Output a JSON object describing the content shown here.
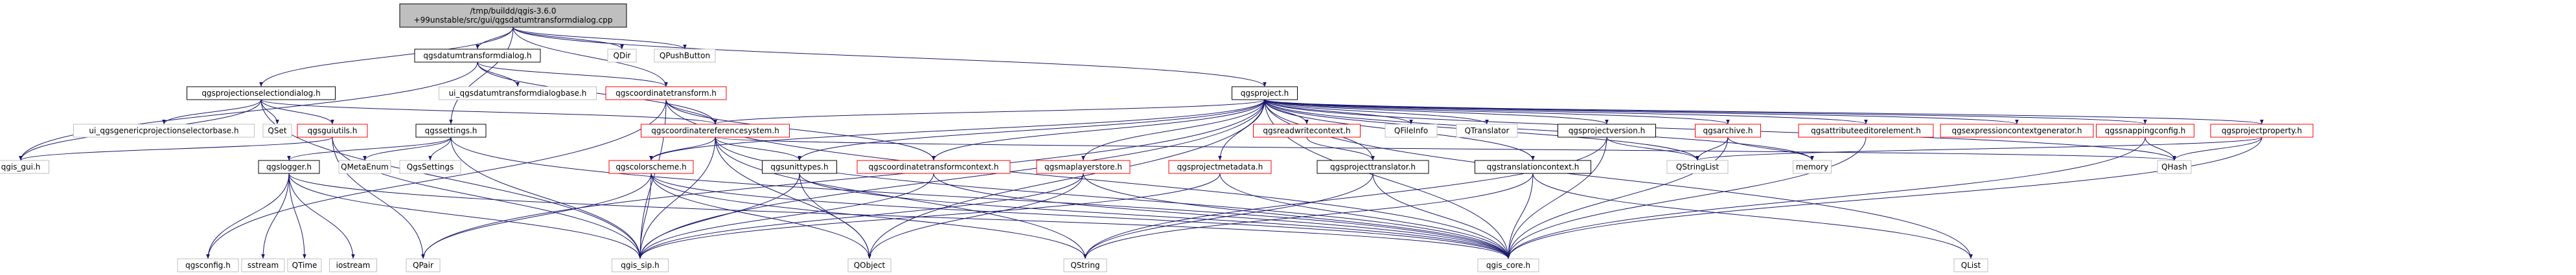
{
  "graph": {
    "colors": {
      "edge": "#191970",
      "root_fill": "#bfbfbf",
      "node_fill": "#ffffff",
      "node_border": "#000000",
      "truncated_border": "#ff0000"
    },
    "nodes": [
      {
        "id": "root",
        "label": "/tmp/buildd/qgis-3.6.0\n+99unstable/src/gui/qgsdatumtransformdialog.cpp",
        "style": "root",
        "ref": false
      },
      {
        "id": "qgsprojectionselectiondialog",
        "label": "qgsprojectionselectiondialog.h",
        "style": "normal",
        "ref": false
      },
      {
        "id": "qgsdatumtransformdialog",
        "label": "qgsdatumtransformdialog.h",
        "style": "normal",
        "ref": false
      },
      {
        "id": "qgscoordinatetransform",
        "label": "qgscoordinatetransform.h",
        "style": "truncated",
        "ref": true
      },
      {
        "id": "qgsproject",
        "label": "qgsproject.h",
        "style": "normal",
        "ref": false
      },
      {
        "id": "qdir",
        "label": "QDir",
        "style": "external",
        "ref": false
      },
      {
        "id": "qpushbutton",
        "label": "QPushButton",
        "style": "external",
        "ref": false
      },
      {
        "id": "ui_qgsdatumtransformdialogbase",
        "label": "ui_qgsdatumtransformdialogbase.h",
        "style": "external",
        "ref": false
      },
      {
        "id": "qgscoordinatereferencesystem",
        "label": "qgscoordinatereferencesystem.h",
        "style": "truncated",
        "ref": true
      },
      {
        "id": "qgssettings",
        "label": "qgssettings.h",
        "style": "normal",
        "ref": false
      },
      {
        "id": "ui_qgsgenericprojectionselectorbase",
        "label": "ui_qgsgenericprojectionselectorbase.h",
        "style": "external",
        "ref": false
      },
      {
        "id": "qset",
        "label": "QSet",
        "style": "external",
        "ref": false
      },
      {
        "id": "qgsguiutils",
        "label": "qgsguiutils.h",
        "style": "truncated",
        "ref": true
      },
      {
        "id": "qgis_gui",
        "label": "qgis_gui.h",
        "style": "external",
        "ref": false
      },
      {
        "id": "qgslogger",
        "label": "qgslogger.h",
        "style": "normal",
        "ref": false
      },
      {
        "id": "qmetaenum",
        "label": "QMetaEnum",
        "style": "external",
        "ref": false
      },
      {
        "id": "qgssettings_ext",
        "label": "QgsSettings",
        "style": "external",
        "ref": false
      },
      {
        "id": "qgsconfig",
        "label": "qgsconfig.h",
        "style": "external",
        "ref": false
      },
      {
        "id": "sstream",
        "label": "sstream",
        "style": "external",
        "ref": false
      },
      {
        "id": "qtime",
        "label": "QTime",
        "style": "external",
        "ref": false
      },
      {
        "id": "iostream",
        "label": "iostream",
        "style": "external",
        "ref": false
      },
      {
        "id": "qpair",
        "label": "QPair",
        "style": "external",
        "ref": false
      },
      {
        "id": "qgis_sip",
        "label": "qgis_sip.h",
        "style": "external",
        "ref": false
      },
      {
        "id": "qgscolorscheme",
        "label": "qgscolorscheme.h",
        "style": "truncated",
        "ref": true
      },
      {
        "id": "qgsunittypes",
        "label": "qgsunittypes.h",
        "style": "normal",
        "ref": false
      },
      {
        "id": "qgscoordinatetransformcontext",
        "label": "qgscoordinatetransformcontext.h",
        "style": "truncated",
        "ref": true
      },
      {
        "id": "qgsmaplayerstore",
        "label": "qgsmaplayerstore.h",
        "style": "truncated",
        "ref": true
      },
      {
        "id": "qgsprojectmetadata",
        "label": "qgsprojectmetadata.h",
        "style": "truncated",
        "ref": true
      },
      {
        "id": "qgsprojecttranslator",
        "label": "qgsprojecttranslator.h",
        "style": "normal",
        "ref": false
      },
      {
        "id": "qgstranslationcontext",
        "label": "qgstranslationcontext.h",
        "style": "normal",
        "ref": false
      },
      {
        "id": "qobject",
        "label": "QObject",
        "style": "external",
        "ref": false
      },
      {
        "id": "qstring",
        "label": "QString",
        "style": "external",
        "ref": false
      },
      {
        "id": "qgis_core",
        "label": "qgis_core.h",
        "style": "external",
        "ref": false
      },
      {
        "id": "qlist",
        "label": "QList",
        "style": "external",
        "ref": false
      },
      {
        "id": "qgsreadwritecontext",
        "label": "qgsreadwritecontext.h",
        "style": "truncated",
        "ref": true
      },
      {
        "id": "qfileinfo",
        "label": "QFileInfo",
        "style": "external",
        "ref": false
      },
      {
        "id": "qtranslator",
        "label": "QTranslator",
        "style": "external",
        "ref": false
      },
      {
        "id": "qgsprojectversion",
        "label": "qgsprojectversion.h",
        "style": "normal",
        "ref": false
      },
      {
        "id": "qgsarchive",
        "label": "qgsarchive.h",
        "style": "truncated",
        "ref": true
      },
      {
        "id": "qgsattributeeditorelement",
        "label": "qgsattributeeditorelement.h",
        "style": "truncated",
        "ref": true
      },
      {
        "id": "qgsexpressioncontextgenerator",
        "label": "qgsexpressioncontextgenerator.h",
        "style": "truncated",
        "ref": true
      },
      {
        "id": "qgssnappingconfig",
        "label": "qgssnappingconfig.h",
        "style": "truncated",
        "ref": true
      },
      {
        "id": "qgsprojectproperty",
        "label": "qgsprojectproperty.h",
        "style": "truncated",
        "ref": true
      },
      {
        "id": "qstringlist",
        "label": "QStringList",
        "style": "external",
        "ref": false
      },
      {
        "id": "memory",
        "label": "memory",
        "style": "external",
        "ref": false
      },
      {
        "id": "qhash",
        "label": "QHash",
        "style": "external",
        "ref": false
      }
    ],
    "edges": [
      [
        "root",
        "qgsprojectionselectiondialog"
      ],
      [
        "root",
        "qgsdatumtransformdialog"
      ],
      [
        "root",
        "qgscoordinatetransform"
      ],
      [
        "root",
        "qgsproject"
      ],
      [
        "root",
        "qdir"
      ],
      [
        "root",
        "qpushbutton"
      ],
      [
        "root",
        "qgssettings"
      ],
      [
        "qgsdatumtransformdialog",
        "ui_qgsdatumtransformdialogbase"
      ],
      [
        "qgsdatumtransformdialog",
        "qgscoordinatereferencesystem"
      ],
      [
        "qgsdatumtransformdialog",
        "qgis_gui"
      ],
      [
        "qgsdatumtransformdialog",
        "qgscoordinatetransform"
      ],
      [
        "qgsprojectionselectiondialog",
        "ui_qgsgenericprojectionselectorbase"
      ],
      [
        "qgsprojectionselectiondialog",
        "qset"
      ],
      [
        "qgsprojectionselectiondialog",
        "qgsguiutils"
      ],
      [
        "qgsprojectionselectiondialog",
        "qgis_gui"
      ],
      [
        "qgsprojectionselectiondialog",
        "qgscoordinatereferencesystem"
      ],
      [
        "qgsprojectionselectiondialog",
        "qgis_sip"
      ],
      [
        "qgsguiutils",
        "qgis_gui"
      ],
      [
        "qgsguiutils",
        "qgis_sip"
      ],
      [
        "qgsguiutils",
        "qpair"
      ],
      [
        "qgssettings",
        "qgslogger"
      ],
      [
        "qgssettings",
        "qmetaenum"
      ],
      [
        "qgssettings",
        "qgssettings_ext"
      ],
      [
        "qgssettings",
        "qgis_core"
      ],
      [
        "qgssettings",
        "qgis_sip"
      ],
      [
        "qgslogger",
        "qgsconfig"
      ],
      [
        "qgslogger",
        "sstream"
      ],
      [
        "qgslogger",
        "qtime"
      ],
      [
        "qgslogger",
        "iostream"
      ],
      [
        "qgslogger",
        "qgis_core"
      ],
      [
        "qgslogger",
        "qgis_sip"
      ],
      [
        "qgscoordinatetransform",
        "qgscoordinatereferencesystem"
      ],
      [
        "qgscoordinatetransform",
        "qgscoordinatetransformcontext"
      ],
      [
        "qgscoordinatetransform",
        "qgis_core"
      ],
      [
        "qgscoordinatetransform",
        "qgis_sip"
      ],
      [
        "qgscoordinatetransform",
        "qgsconfig"
      ],
      [
        "qgscoordinatereferencesystem",
        "qgscolorscheme"
      ],
      [
        "qgscoordinatereferencesystem",
        "qgsunittypes"
      ],
      [
        "qgscoordinatereferencesystem",
        "qobject"
      ],
      [
        "qgscoordinatereferencesystem",
        "qstring"
      ],
      [
        "qgscoordinatereferencesystem",
        "qgis_core"
      ],
      [
        "qgscoordinatereferencesystem",
        "qgis_sip"
      ],
      [
        "qgscoordinatereferencesystem",
        "qhash"
      ],
      [
        "qgscolorscheme",
        "qgis_sip"
      ],
      [
        "qgscolorscheme",
        "qpair"
      ],
      [
        "qgscolorscheme",
        "qstring"
      ],
      [
        "qgscolorscheme",
        "qgis_core"
      ],
      [
        "qgscolorscheme",
        "qobject"
      ],
      [
        "qgsunittypes",
        "qgis_sip"
      ],
      [
        "qgsunittypes",
        "qobject"
      ],
      [
        "qgsunittypes",
        "qgis_core"
      ],
      [
        "qgscoordinatetransformcontext",
        "qgis_sip"
      ],
      [
        "qgscoordinatetransformcontext",
        "qgis_core"
      ],
      [
        "qgsmaplayerstore",
        "qgis_sip"
      ],
      [
        "qgsmaplayerstore",
        "qobject"
      ],
      [
        "qgsmaplayerstore",
        "qgis_core"
      ],
      [
        "qgsprojectmetadata",
        "qgis_sip"
      ],
      [
        "qgsprojectmetadata",
        "qgis_core"
      ],
      [
        "qgsprojecttranslator",
        "qstring"
      ],
      [
        "qgsprojecttranslator",
        "qgis_core"
      ],
      [
        "qgstranslationcontext",
        "qstring"
      ],
      [
        "qgstranslationcontext",
        "qgis_core"
      ],
      [
        "qgstranslationcontext",
        "qlist"
      ],
      [
        "qgsreadwritecontext",
        "qgsprojecttranslator"
      ],
      [
        "qgsproject",
        "qgscoordinatereferencesystem"
      ],
      [
        "qgsproject",
        "qgsunittypes"
      ],
      [
        "qgsproject",
        "qgscoordinatetransformcontext"
      ],
      [
        "qgsproject",
        "qgsmaplayerstore"
      ],
      [
        "qgsproject",
        "qgsprojectmetadata"
      ],
      [
        "qgsproject",
        "qgsprojecttranslator"
      ],
      [
        "qgsproject",
        "qgstranslationcontext"
      ],
      [
        "qgsproject",
        "qgsreadwritecontext"
      ],
      [
        "qgsproject",
        "qfileinfo"
      ],
      [
        "qgsproject",
        "qtranslator"
      ],
      [
        "qgsproject",
        "qgsprojectversion"
      ],
      [
        "qgsproject",
        "qgsarchive"
      ],
      [
        "qgsproject",
        "qgsattributeeditorelement"
      ],
      [
        "qgsproject",
        "qgsexpressioncontextgenerator"
      ],
      [
        "qgsproject",
        "qgssnappingconfig"
      ],
      [
        "qgsproject",
        "qgsprojectproperty"
      ],
      [
        "qgsproject",
        "qgscolorscheme"
      ],
      [
        "qgsproject",
        "qgis_core"
      ],
      [
        "qgsproject",
        "qgis_sip"
      ],
      [
        "qgsproject",
        "qstringlist"
      ],
      [
        "qgsproject",
        "memory"
      ],
      [
        "qgsproject",
        "qhash"
      ],
      [
        "qgsproject",
        "qlist"
      ],
      [
        "qgsproject",
        "qobject"
      ],
      [
        "qgsproject",
        "qpair"
      ],
      [
        "qgsprojectversion",
        "qstring"
      ],
      [
        "qgsprojectversion",
        "qstringlist"
      ],
      [
        "qgsprojectversion",
        "qgis_core"
      ],
      [
        "qgsarchive",
        "qgis_core"
      ],
      [
        "qgsarchive",
        "qstringlist"
      ],
      [
        "qgsarchive",
        "memory"
      ],
      [
        "qgsattributeeditorelement",
        "qgis_core"
      ],
      [
        "qgssnappingconfig",
        "qhash"
      ],
      [
        "qgssnappingconfig",
        "qgis_core"
      ],
      [
        "qgsprojectproperty",
        "qhash"
      ],
      [
        "qgsprojectproperty",
        "qstringlist"
      ],
      [
        "qgsprojectproperty",
        "qgis_core"
      ]
    ]
  }
}
